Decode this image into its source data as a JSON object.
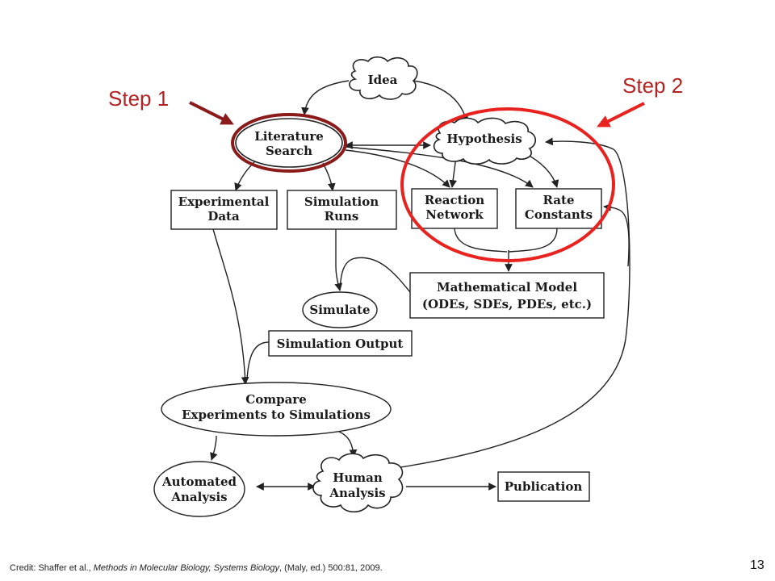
{
  "slide": {
    "step1_label": "Step 1",
    "step2_label": "Step 2",
    "page_number": "13",
    "credit": {
      "prefix": "Credit: Shaffer et al., ",
      "italic": "Methods in Molecular Biology, Systems Biology",
      "suffix": ", (Maly, ed.) 500:81, 2009."
    }
  },
  "nodes": {
    "idea": "Idea",
    "literature_search": [
      "Literature",
      "Search"
    ],
    "hypothesis": "Hypothesis",
    "experimental_data": [
      "Experimental",
      "Data"
    ],
    "simulation_runs": [
      "Simulation",
      "Runs"
    ],
    "reaction_network": [
      "Reaction",
      "Network"
    ],
    "rate_constants": [
      "Rate",
      "Constants"
    ],
    "mathematical_model": [
      "Mathematical Model",
      "(ODEs, SDEs, PDEs, etc.)"
    ],
    "simulate": "Simulate",
    "simulation_output": "Simulation Output",
    "compare": [
      "Compare",
      "Experiments to Simulations"
    ],
    "automated_analysis": [
      "Automated",
      "Analysis"
    ],
    "human_analysis": [
      "Human",
      "Analysis"
    ],
    "publication": "Publication"
  },
  "colors": {
    "highlight_red": "#e8231f",
    "dark_red": "#8b1a1a",
    "step_text": "#b22222",
    "line": "#222222"
  }
}
